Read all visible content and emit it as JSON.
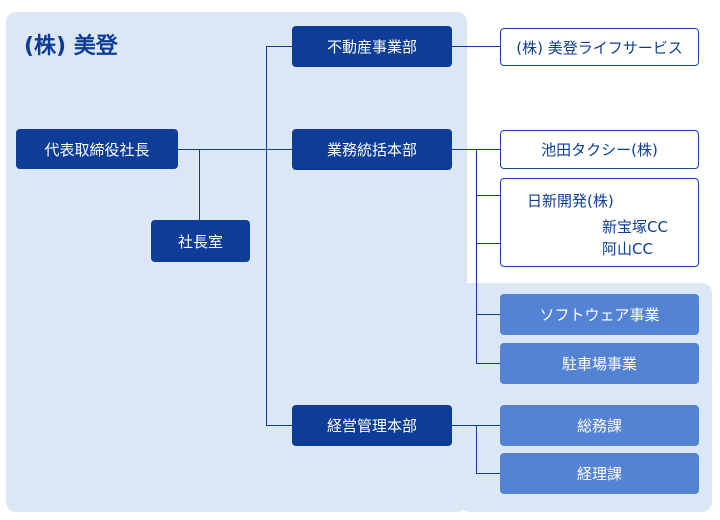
{
  "company": {
    "name": "(株) 美登"
  },
  "nodes": {
    "president": "代表取締役社長",
    "office": "社長室",
    "fudosan": "不動産事業部",
    "gyomu": "業務統括本部",
    "keiei": "経営管理本部",
    "life_service": "(株) 美登ライフサービス",
    "ikeda_taxi": "池田タクシー(株)",
    "nisshin": {
      "name": "日新開発(株)",
      "facilities": [
        "新宝塚CC",
        "阿山CC"
      ]
    },
    "software": "ソフトウェア事業",
    "parking": "駐車場事業",
    "somu": "総務課",
    "keiri": "経理課"
  },
  "colors": {
    "panel": "#dce7f6",
    "node_dark": "#0d3d96",
    "node_mid": "#5583d3",
    "outline": "#1a47a0",
    "connector": "#0d3d96"
  }
}
